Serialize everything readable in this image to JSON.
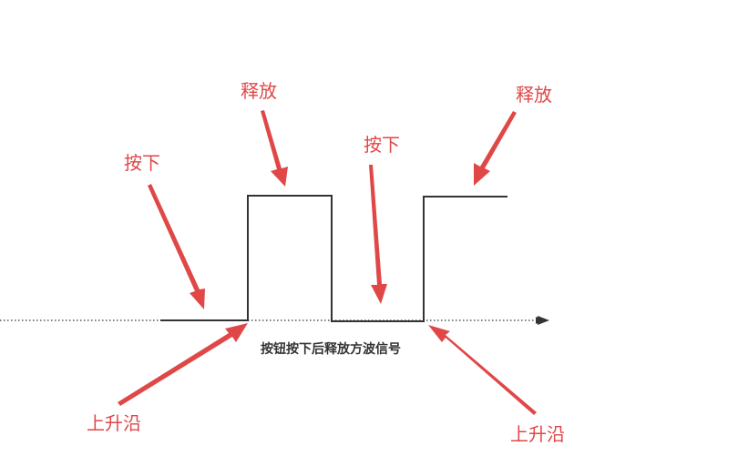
{
  "colors": {
    "annotation": "#e04747",
    "signal": "#333333",
    "axis": "#333333"
  },
  "caption": "按钮按下后释放方波信号",
  "labels": {
    "press_1": "按下",
    "release_1": "释放",
    "press_2": "按下",
    "release_2": "释放",
    "rising_edge_1": "上升沿",
    "rising_edge_2": "上升沿"
  }
}
